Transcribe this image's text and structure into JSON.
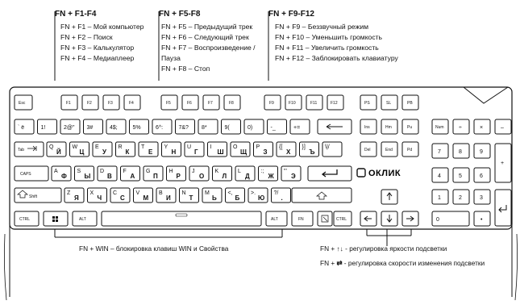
{
  "groups": [
    {
      "header": "FN + F1-F4",
      "items": [
        "FN + F1 – Мой компьютер",
        "FN + F2 – Поиск",
        "FN + F3 – Калькулятор",
        "FN + F4 – Медиаплеер"
      ]
    },
    {
      "header": "FN + F5-F8",
      "items": [
        "FN + F5 – Предыдущий трек",
        "FN + F6 – Следующий трек",
        "FN + F7 – Воспроизведение /",
        "Пауза",
        "FN + F8 – Стоп"
      ]
    },
    {
      "header": "FN + F9-F12",
      "items": [
        "FN + F9 – Беззвучный режим",
        "FN + F10 – Уменьшить громкость",
        "FN + F11 – Увеличить громкость",
        "FN + F12 – Заблокировать клавиатуру"
      ]
    }
  ],
  "notes": {
    "win_lock": "FN + WIN – блокировка клавиш WIN и Свойства",
    "brightness_prefix": "FN +",
    "brightness_text": "- регулировка яркости подсветки",
    "speed_prefix": "FN +",
    "speed_text": "- регулировка скорости изменения подсветки"
  },
  "brand": "ОКЛИК",
  "keys": {
    "esc": "Esc",
    "f": [
      "F1",
      "F2",
      "F3",
      "F4",
      "F5",
      "F6",
      "F7",
      "F8",
      "F9",
      "F10",
      "F11",
      "F12"
    ],
    "ps": "PS",
    "sl": "SL",
    "pb": "PB",
    "numrow": [
      "` ё",
      "1!",
      "2@\"",
      "3#",
      "4$;",
      "5%",
      "6^:",
      "7&?",
      "8*",
      "9(",
      "0)",
      "-_",
      "+="
    ],
    "ins": "Ins",
    "hm": "Hm",
    "pu": "Pu",
    "del": "Del",
    "end": "End",
    "pd": "Pd",
    "num": "Num",
    "nslash": "÷",
    "nstar": "×",
    "nminus": "–",
    "nplus": "+",
    "n7": "7",
    "n8": "8",
    "n9": "9",
    "n4": "4",
    "n5": "5",
    "n6": "6",
    "n1": "1",
    "n2": "2",
    "n3": "3",
    "n0": "0",
    "ndot": "•",
    "tab": "Tab",
    "caps": "CAPS",
    "shift": "Shift",
    "ctrl": "CTRL",
    "alt": "ALT",
    "fn": "FN",
    "row_q": [
      [
        "Q",
        "Й"
      ],
      [
        "W",
        "Ц"
      ],
      [
        "E",
        "У"
      ],
      [
        "R",
        "К"
      ],
      [
        "T",
        "Е"
      ],
      [
        "Y",
        "Н"
      ],
      [
        "U",
        "Г"
      ],
      [
        "I",
        "Ш"
      ],
      [
        "O",
        "Щ"
      ],
      [
        "P",
        "З"
      ],
      [
        "{[",
        "Х"
      ],
      [
        "}]",
        "Ъ"
      ],
      [
        "\\|/",
        ""
      ]
    ],
    "row_a": [
      [
        "A",
        "Ф"
      ],
      [
        "S",
        "Ы"
      ],
      [
        "D",
        "В"
      ],
      [
        "F",
        "А"
      ],
      [
        "G",
        "П"
      ],
      [
        "H",
        "Р"
      ],
      [
        "J",
        "О"
      ],
      [
        "K",
        "Л"
      ],
      [
        "L",
        "Д"
      ],
      [
        ":;",
        "Ж"
      ],
      [
        "\"'",
        "Э"
      ]
    ],
    "row_z": [
      [
        "Z",
        "Я"
      ],
      [
        "X",
        "Ч"
      ],
      [
        "C",
        "С"
      ],
      [
        "V",
        "М"
      ],
      [
        "B",
        "И"
      ],
      [
        "N",
        "Т"
      ],
      [
        "M",
        "Ь"
      ],
      [
        "<,",
        "Б"
      ],
      [
        ">.",
        "Ю"
      ],
      [
        "?/",
        "."
      ]
    ]
  }
}
